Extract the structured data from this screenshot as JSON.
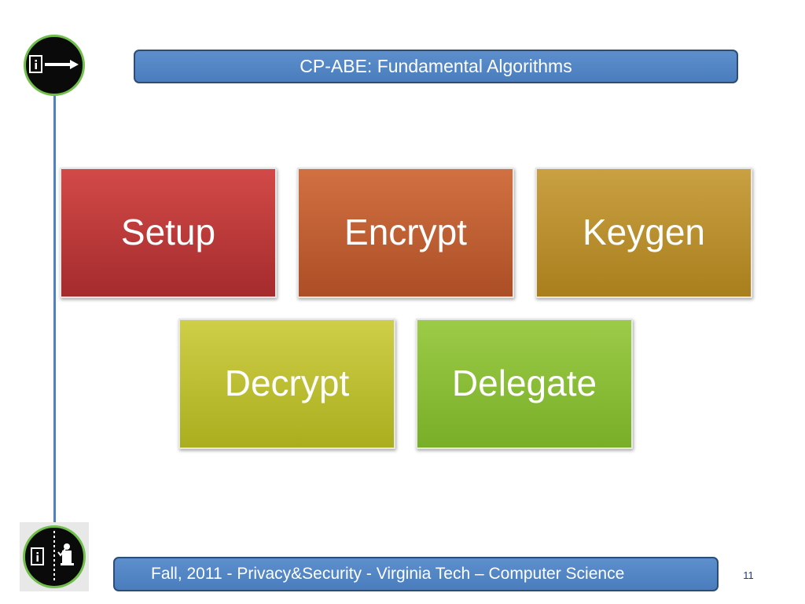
{
  "slide": {
    "title": "CP-ABE: Fundamental Algorithms",
    "algorithms": [
      "Setup",
      "Encrypt",
      "Keygen",
      "Decrypt",
      "Delegate"
    ],
    "footer": "Fall, 2011  - Privacy&Security  - Virginia Tech – Computer Science",
    "slide_number": "11"
  },
  "icons": {
    "top": "document-arrow-icon",
    "bottom": "document-checkpoint-icon"
  },
  "colors": {
    "bar_blue": "#4f81bd",
    "setup_red": "#c0393a",
    "encrypt_orange": "#c45f30",
    "keygen_gold": "#be9030",
    "decrypt_yellow": "#bfc032",
    "delegate_green": "#8bbd3a",
    "icon_ring_green": "#6fbf4a"
  }
}
